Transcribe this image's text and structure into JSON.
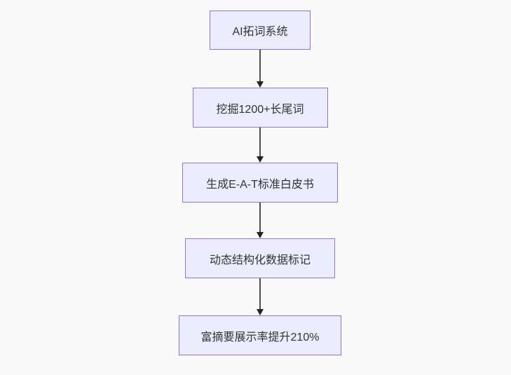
{
  "flowchart": {
    "type": "vertical-flowchart",
    "direction": "top-down",
    "node_fill_color": "#ECECFF",
    "node_border_color": "#9370DB",
    "node_text_color": "#333333",
    "arrow_line_color": "#4d4d4d",
    "arrow_head_color": "#222222",
    "background_color": "#f9f9f9",
    "nodes": [
      {
        "id": "node-1",
        "label": "AI拓词系统"
      },
      {
        "id": "node-2",
        "label": "挖掘1200+长尾词"
      },
      {
        "id": "node-3",
        "label": "生成E-A-T标准白皮书"
      },
      {
        "id": "node-4",
        "label": "动态结构化数据标记"
      },
      {
        "id": "node-5",
        "label": "富摘要展示率提升210%"
      }
    ],
    "edges": [
      {
        "from": "node-1",
        "to": "node-2"
      },
      {
        "from": "node-2",
        "to": "node-3"
      },
      {
        "from": "node-3",
        "to": "node-4"
      },
      {
        "from": "node-4",
        "to": "node-5"
      }
    ]
  }
}
